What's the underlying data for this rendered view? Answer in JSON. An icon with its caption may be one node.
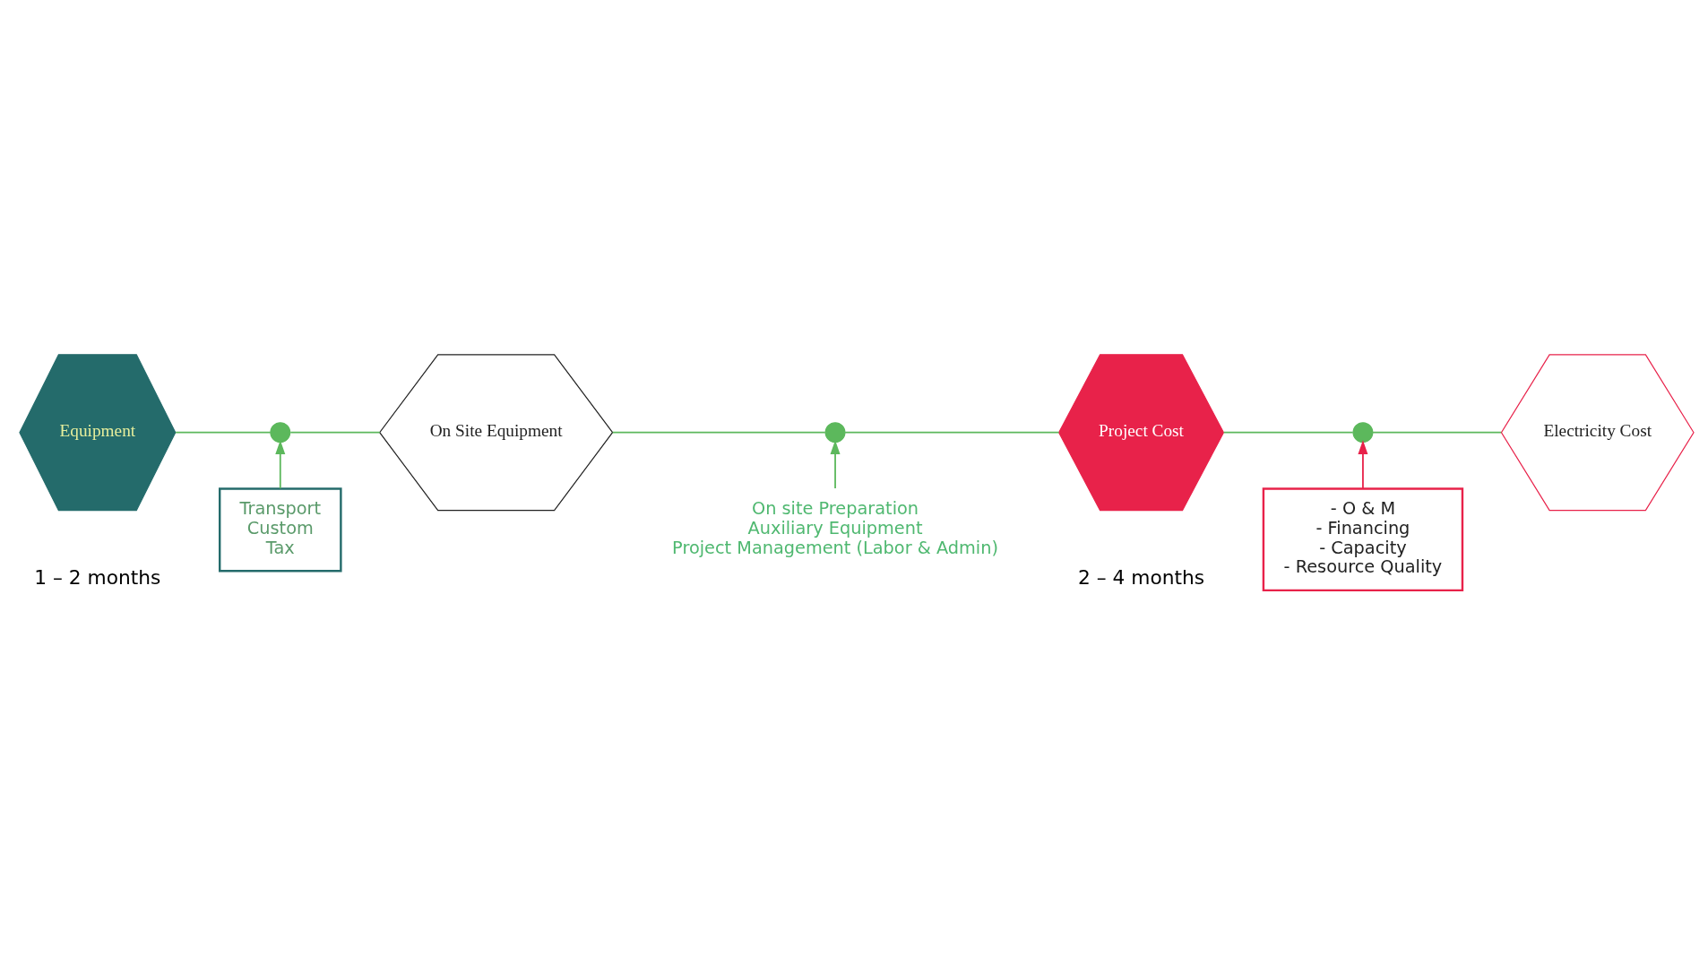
{
  "diagram": {
    "nodes": [
      {
        "text": [
          "Equipment"
        ]
      },
      {
        "text": [
          "On Site Equipment"
        ]
      },
      {
        "text": [
          "Project Cost"
        ]
      },
      {
        "text": [
          "Electricity Cost"
        ]
      },
      {
        "text": [],
        "shape": "circle"
      },
      {
        "text": [],
        "shape": "circle"
      },
      {
        "text": [],
        "shape": "circle"
      },
      {
        "text": [
          "Transport",
          "Custom",
          "Tax"
        ]
      },
      {
        "text": [
          "On site Preparation",
          "Auxiliary Equipment",
          "Project Management (Labor & Admin)"
        ]
      },
      {
        "text": [
          "- O & M",
          "- Financing",
          "- Capacity",
          "- Resource Quality"
        ]
      }
    ],
    "edges": [
      {
        "from": 0,
        "to": 4,
        "arrow": "none"
      },
      {
        "from": 4,
        "to": 1,
        "arrow": "none"
      },
      {
        "from": 1,
        "to": 5,
        "arrow": "none"
      },
      {
        "from": 5,
        "to": 2,
        "arrow": "none"
      },
      {
        "from": 2,
        "to": 6,
        "arrow": "none"
      },
      {
        "from": 6,
        "to": 3,
        "arrow": "none"
      },
      {
        "from": 7,
        "to": 4,
        "arrow": "to"
      },
      {
        "from": 8,
        "to": 5,
        "arrow": "to"
      },
      {
        "from": 9,
        "to": 6,
        "arrow": "to",
        "color": "#e8224a"
      }
    ],
    "labels": [
      "1 – 2 months",
      "2 – 4 months"
    ]
  }
}
